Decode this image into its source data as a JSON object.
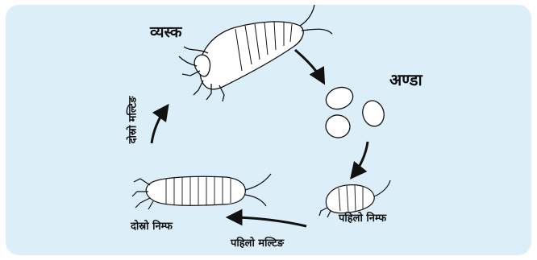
{
  "labels": {
    "adult": "व्यस्क",
    "egg": "अण्डा",
    "first_nymph": "पहिलो निम्फ",
    "second_nymph": "दोस्रो निम्फ",
    "first_molting": "पहिलो मल्टिङ",
    "second_molting": "दोस्रो मल्टिङ"
  },
  "colors": {
    "panel_background": "#dceff9",
    "ink": "#111111",
    "egg_fill": "#ffffff"
  },
  "icons": [
    "arrow-icon"
  ]
}
